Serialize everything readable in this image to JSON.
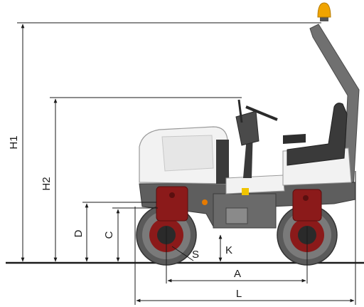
{
  "labels": {
    "h1": "H1",
    "h2": "H2",
    "d": "D",
    "c": "C",
    "k": "K",
    "s": "S",
    "a": "A",
    "l": "L"
  },
  "colors": {
    "body": "#f2f2f2",
    "frame": "#6a6a6a",
    "dark": "#3a3a3a",
    "drum_hub": "#8b1a1a",
    "beacon": "#f0a400",
    "line": "#1a1a1a"
  }
}
